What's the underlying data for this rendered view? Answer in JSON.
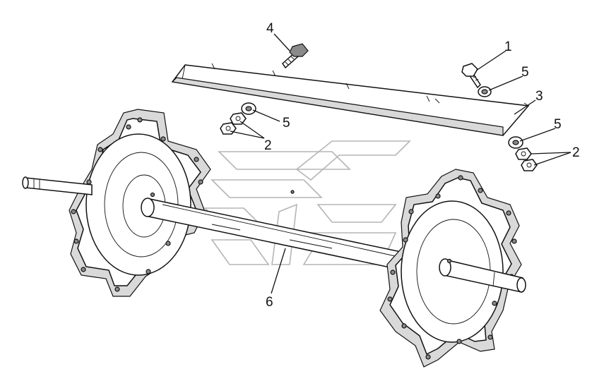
{
  "callouts": {
    "c1": "1",
    "c2a": "2",
    "c2b": "2",
    "c3": "3",
    "c4": "4",
    "c5a": "5",
    "c5b": "5",
    "c5c": "5",
    "c6": "6"
  },
  "colors": {
    "line": "#111111",
    "shade": "#d9d9d9",
    "watermark": "#b5b5b5"
  }
}
